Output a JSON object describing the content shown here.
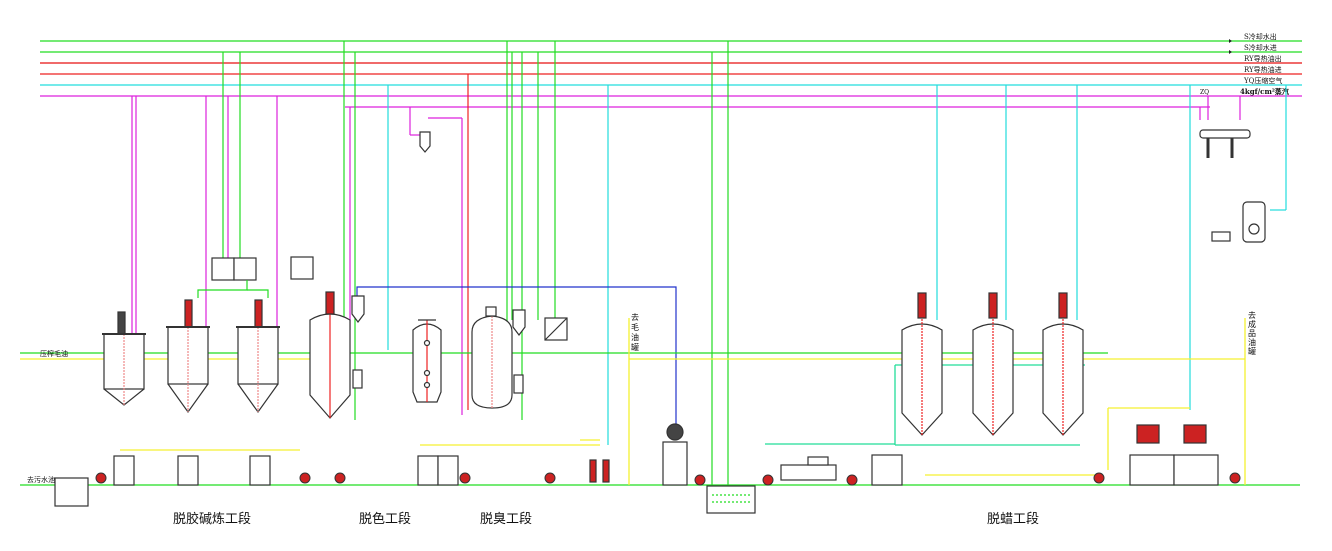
{
  "legend": [
    {
      "id": "cw_out",
      "label": "S冷却水出",
      "color": "#22dd22"
    },
    {
      "id": "cw_in",
      "label": "S冷却水进",
      "color": "#22dd22"
    },
    {
      "id": "oil_out",
      "label": "RY导热油出",
      "color": "#ee4444"
    },
    {
      "id": "oil_in",
      "label": "RY导热油进",
      "color": "#ee2222"
    },
    {
      "id": "air",
      "label": "YQ压缩空气",
      "color": "#22dddd"
    },
    {
      "id": "steam",
      "label": "4kgf/cm²蒸汽",
      "color": "#dd22dd"
    }
  ],
  "tags": {
    "zq": "ZQ"
  },
  "side_labels": {
    "crude_in": "压榨毛油",
    "to_sewage": "去污水池",
    "to_crude_tank": "去毛油罐",
    "to_product_tank": "去成品油罐"
  },
  "sections": [
    {
      "label": "脱胶碱炼工段"
    },
    {
      "label": "脱色工段"
    },
    {
      "label": "脱臭工段"
    },
    {
      "label": "脱蜡工段"
    }
  ],
  "colors": {
    "water": "#22dd22",
    "oil_hot": "#ee2222",
    "air": "#22dddd",
    "steam": "#dd22dd",
    "process": "#f5f030",
    "vacuum": "#2233cc",
    "equipment": "#333333",
    "accent": "#cc1111"
  }
}
